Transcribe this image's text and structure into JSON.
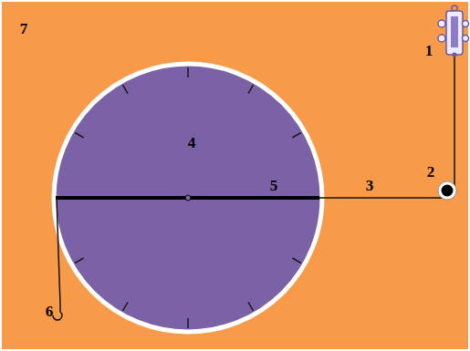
{
  "diagram": {
    "labels": [
      "7",
      "1",
      "2",
      "3",
      "4",
      "5",
      "6"
    ]
  }
}
